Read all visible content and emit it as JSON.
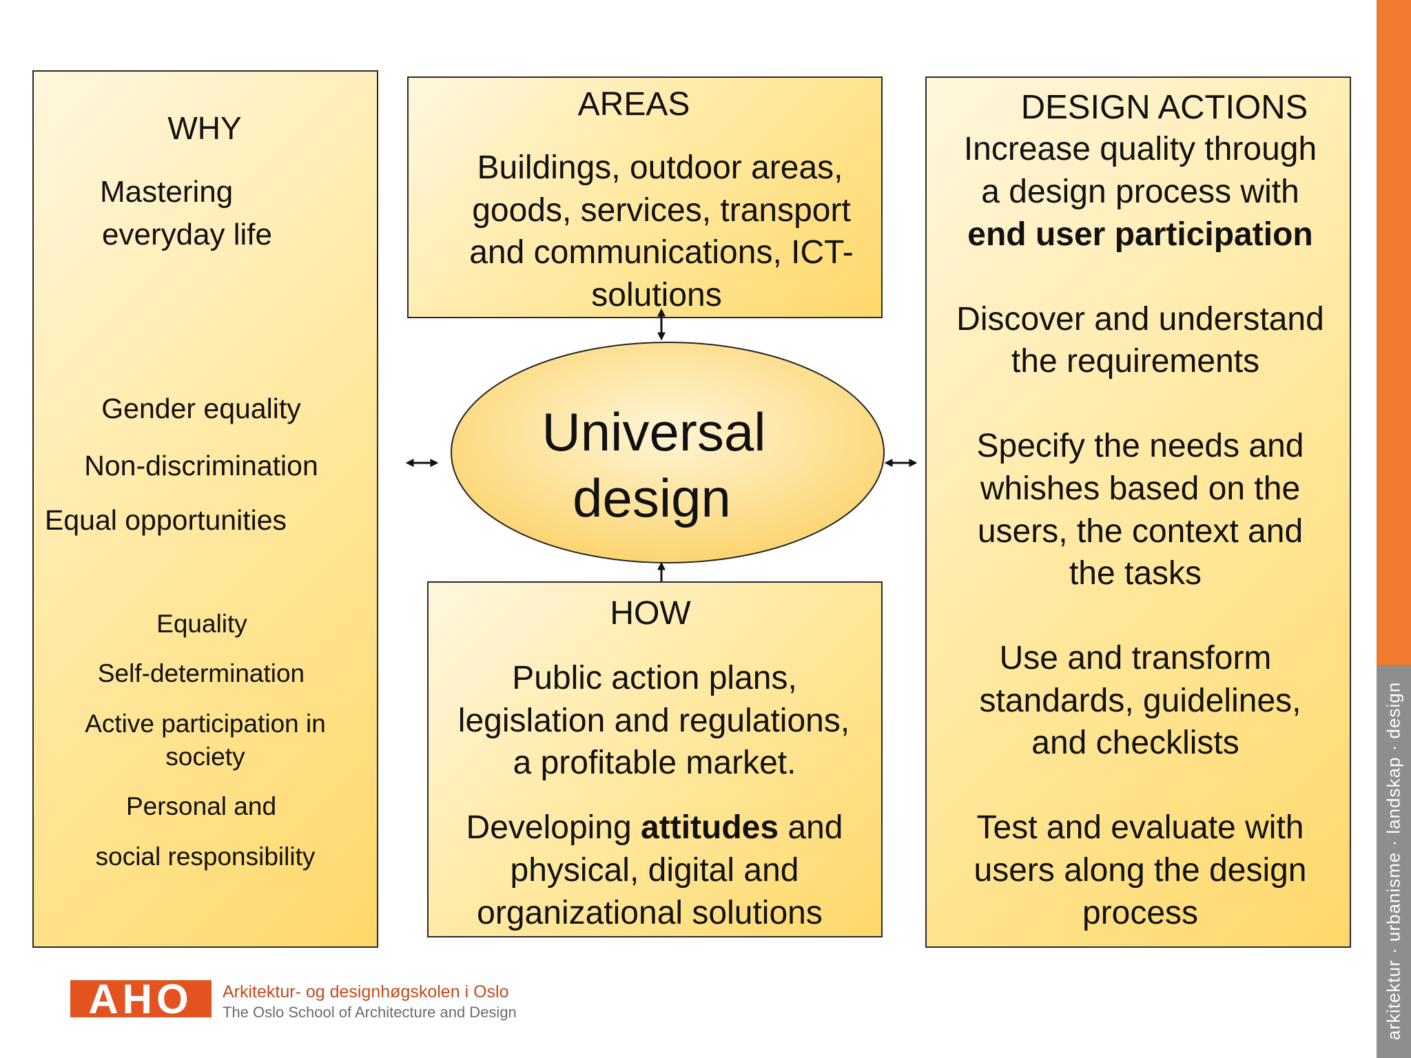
{
  "why": {
    "title": "WHY",
    "mastering_1": "Mastering",
    "mastering_2": "everyday life",
    "gender": "Gender equality",
    "nondisc": "Non-discrimination",
    "equal_opp": "Equal opportunities",
    "equality": "Equality",
    "selfdet": "Self-determination",
    "active_1": "Active participation in",
    "active_2": "society",
    "personal_1": "Personal and",
    "personal_2": "social responsibility"
  },
  "areas": {
    "title": "AREAS",
    "line1": "Buildings, outdoor areas,",
    "line2": "goods, services, transport",
    "line3": "and communications, ICT-",
    "line4": "solutions"
  },
  "center": {
    "line1": "Universal",
    "line2": "design"
  },
  "how": {
    "title": "HOW",
    "p1_line1": "Public action plans,",
    "p1_line2": "legislation and regulations,",
    "p1_line3": "a profitable market.",
    "p2_pre": "Developing ",
    "p2_bold": "attitudes",
    "p2_post": " and",
    "p2_line2": "physical, digital and",
    "p2_line3": "organizational solutions"
  },
  "actions": {
    "title": "DESIGN ACTIONS",
    "a1_line1": "Increase quality through",
    "a1_line2": "a design process with",
    "a1_line3": "end user participation",
    "a2_line1": "Discover and understand",
    "a2_line2": "the requirements",
    "a3_line1": "Specify the needs and",
    "a3_line2": "whishes based on the",
    "a3_line3": "users, the context and",
    "a3_line4": "the tasks",
    "a4_line1": "Use and transform",
    "a4_line2": "standards, guidelines,",
    "a4_line3": "and checklists",
    "a5_line1": "Test and evaluate with",
    "a5_line2": "users along the design",
    "a5_line3": "process"
  },
  "footer": {
    "logo_text": "AHO",
    "school_no": "Arkitektur- og designhøgskolen i Oslo",
    "school_en": "The Oslo School of Architecture and Design"
  },
  "side_stripe": {
    "text": "arkitektur · urbanisme · landskap · design"
  },
  "colors": {
    "box_light": "#fff7de",
    "box_dark": "#ffd86a",
    "ellipse_light": "#fff5d6",
    "ellipse_dark": "#fcd571",
    "orange": "#f07a2f",
    "gray": "#8e8e8e",
    "logo_red": "#e2531f"
  }
}
